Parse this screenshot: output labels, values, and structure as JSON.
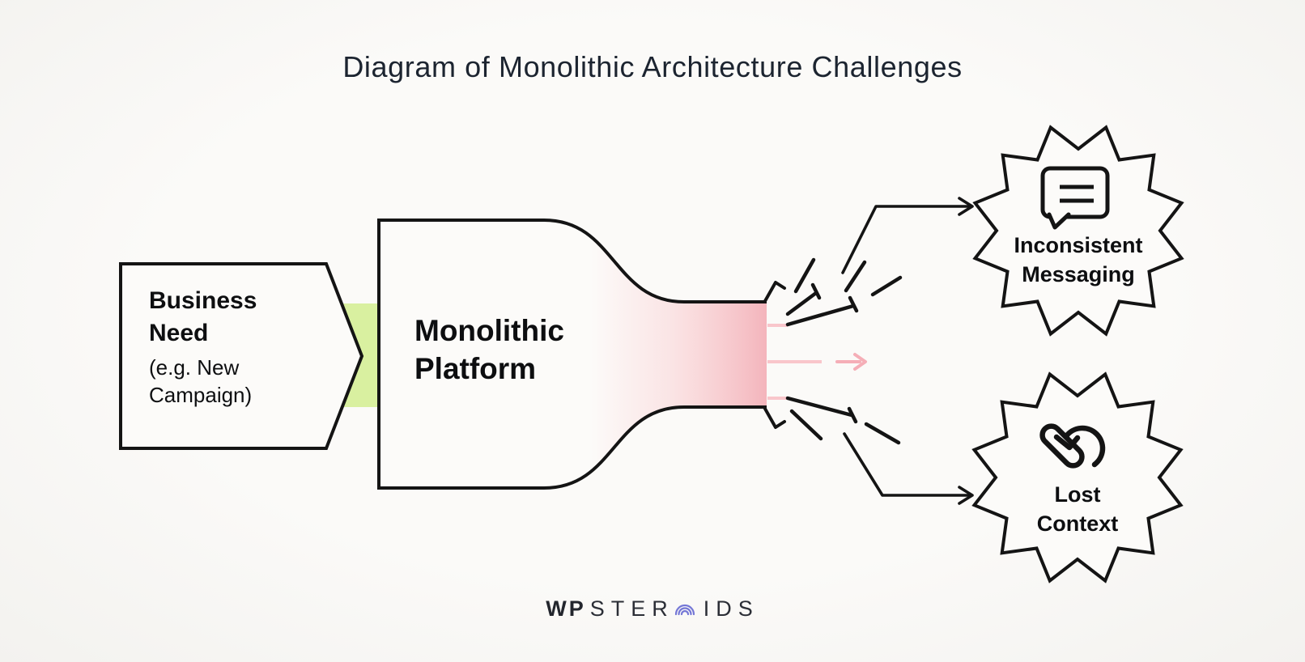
{
  "title": "Diagram of Monolithic Architecture Challenges",
  "diagram": {
    "business_need": {
      "title": "Business Need",
      "subtitle": "(e.g. New Campaign)"
    },
    "platform": {
      "label": "Monolithic Platform"
    },
    "challenges": [
      {
        "label": "Inconsistent Messaging",
        "icon": "speech-bubble-icon"
      },
      {
        "label": "Lost Context",
        "icon": "broken-link-icon"
      }
    ]
  },
  "footer": {
    "brand_prefix": "WP",
    "brand_mid": "STER",
    "brand_suffix": "IDS",
    "brand_o_icon": "arc-rings-icon"
  },
  "colors": {
    "ink": "#141414",
    "background": "#f8f7f4",
    "shape_fill": "#fcfbf9",
    "accent_green": "#d9f0a0",
    "accent_pink": "#f5b4bc",
    "pink_line": "#f9c6cb",
    "pink_arrow": "#f5aeb7",
    "logo_accent": "#7477d6"
  }
}
